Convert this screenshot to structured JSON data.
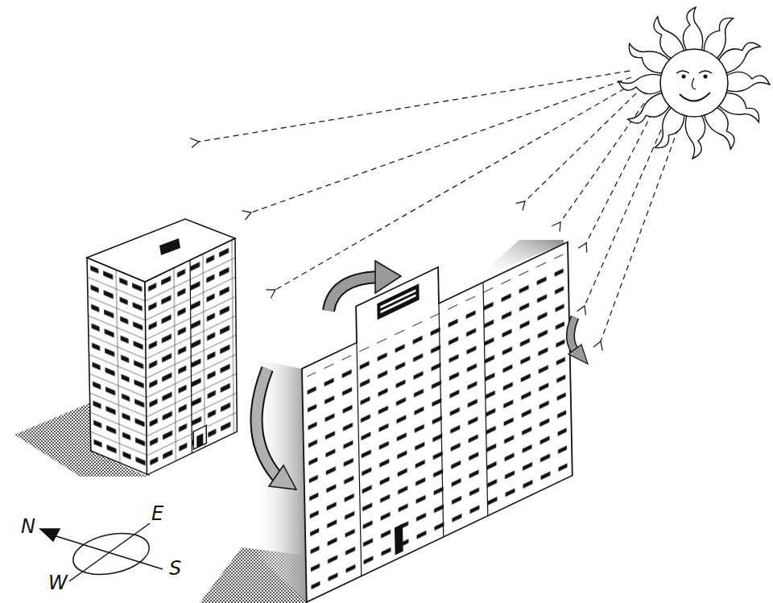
{
  "diagram": {
    "labels": [
      "N",
      "E",
      "S",
      "W"
    ]
  }
}
